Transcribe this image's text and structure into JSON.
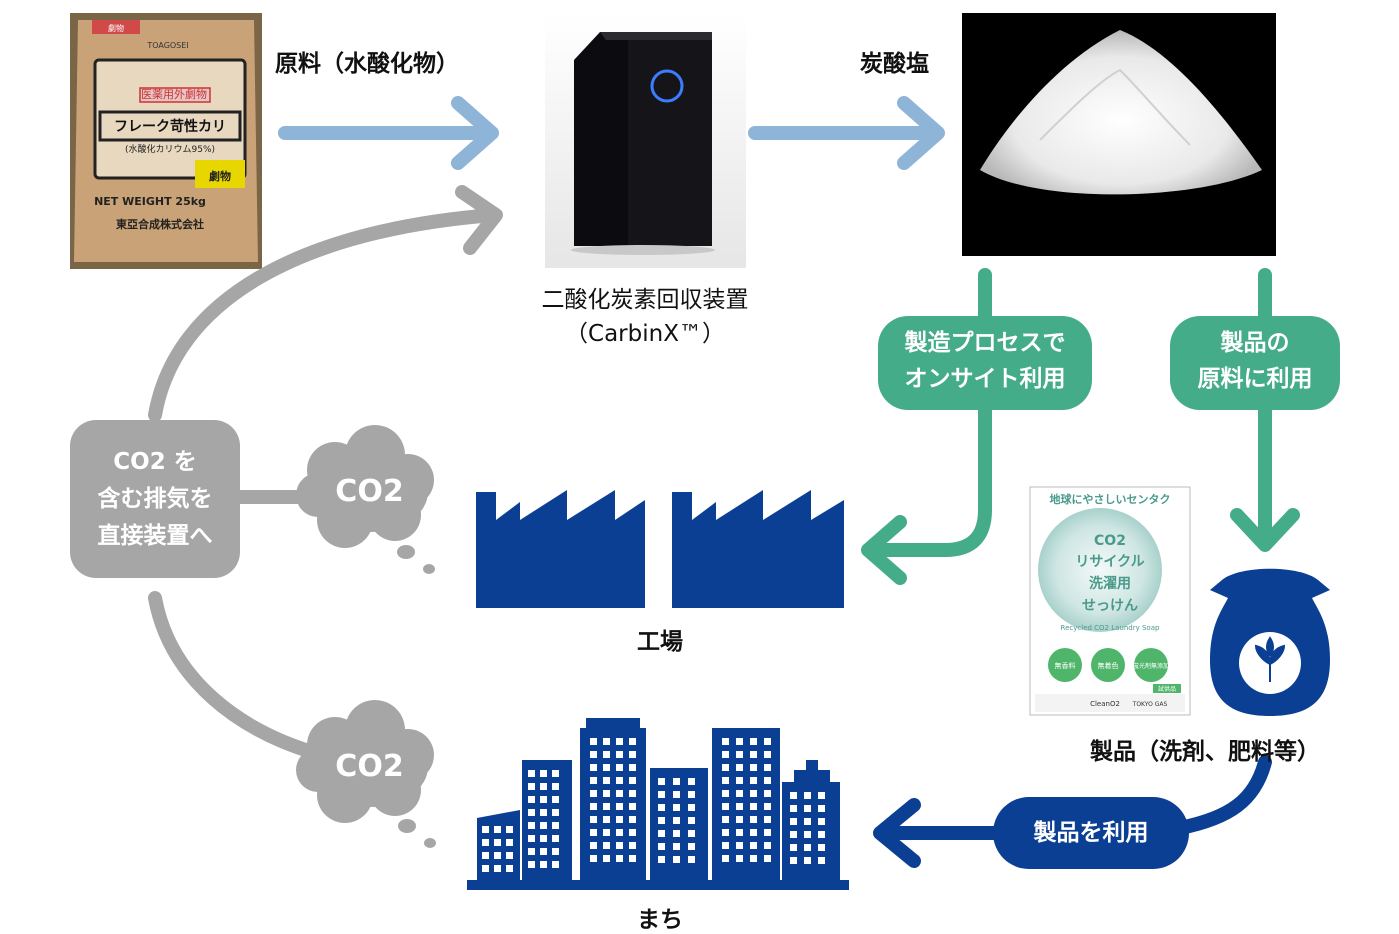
{
  "labels": {
    "raw_material": "原料（水酸化物）",
    "carbonate": "炭酸塩",
    "device_line1": "二酸化炭素回収装置",
    "device_line2": "（CarbinX™）",
    "factory": "工場",
    "town": "まち",
    "products": "製品（洗剤、肥料等）"
  },
  "pills": {
    "onsite_line1": "製造プロセスで",
    "onsite_line2": "オンサイト利用",
    "material_line1": "製品の",
    "material_line2": "原料に利用",
    "exhaust_line1": "CO2 を",
    "exhaust_line2": "含む排気を",
    "exhaust_line3": "直接装置へ",
    "use_products": "製品を利用"
  },
  "clouds": {
    "co2_factory": "CO2",
    "co2_town": "CO2"
  },
  "bag_image": {
    "badge": "医薬用外劇物",
    "title": "フレーク苛性カリ",
    "subtitle": "(水酸化カリウム95%)",
    "weight": "NET WEIGHT 25kg",
    "maker": "東亞合成株式会社",
    "brand": "TOAGOSEI",
    "stamp": "劇物"
  },
  "soap_card": {
    "header": "地球にやさしいセンタク",
    "line1": "CO2",
    "line2": "リサイクル",
    "line3": "洗濯用",
    "line4": "せっけん",
    "arc": "Recycled CO2 Laundry Soap",
    "badge1": "無香料",
    "badge2": "無着色",
    "badge3": "蛍光剤無添加",
    "tag": "試供品",
    "brand1": "CleanO2",
    "brand2": "TOKYO GAS"
  },
  "colors": {
    "blue_arrow": "#8eb4d8",
    "gray": "#a6a6a6",
    "green": "#45ac8a",
    "navy": "#0b3f94"
  }
}
